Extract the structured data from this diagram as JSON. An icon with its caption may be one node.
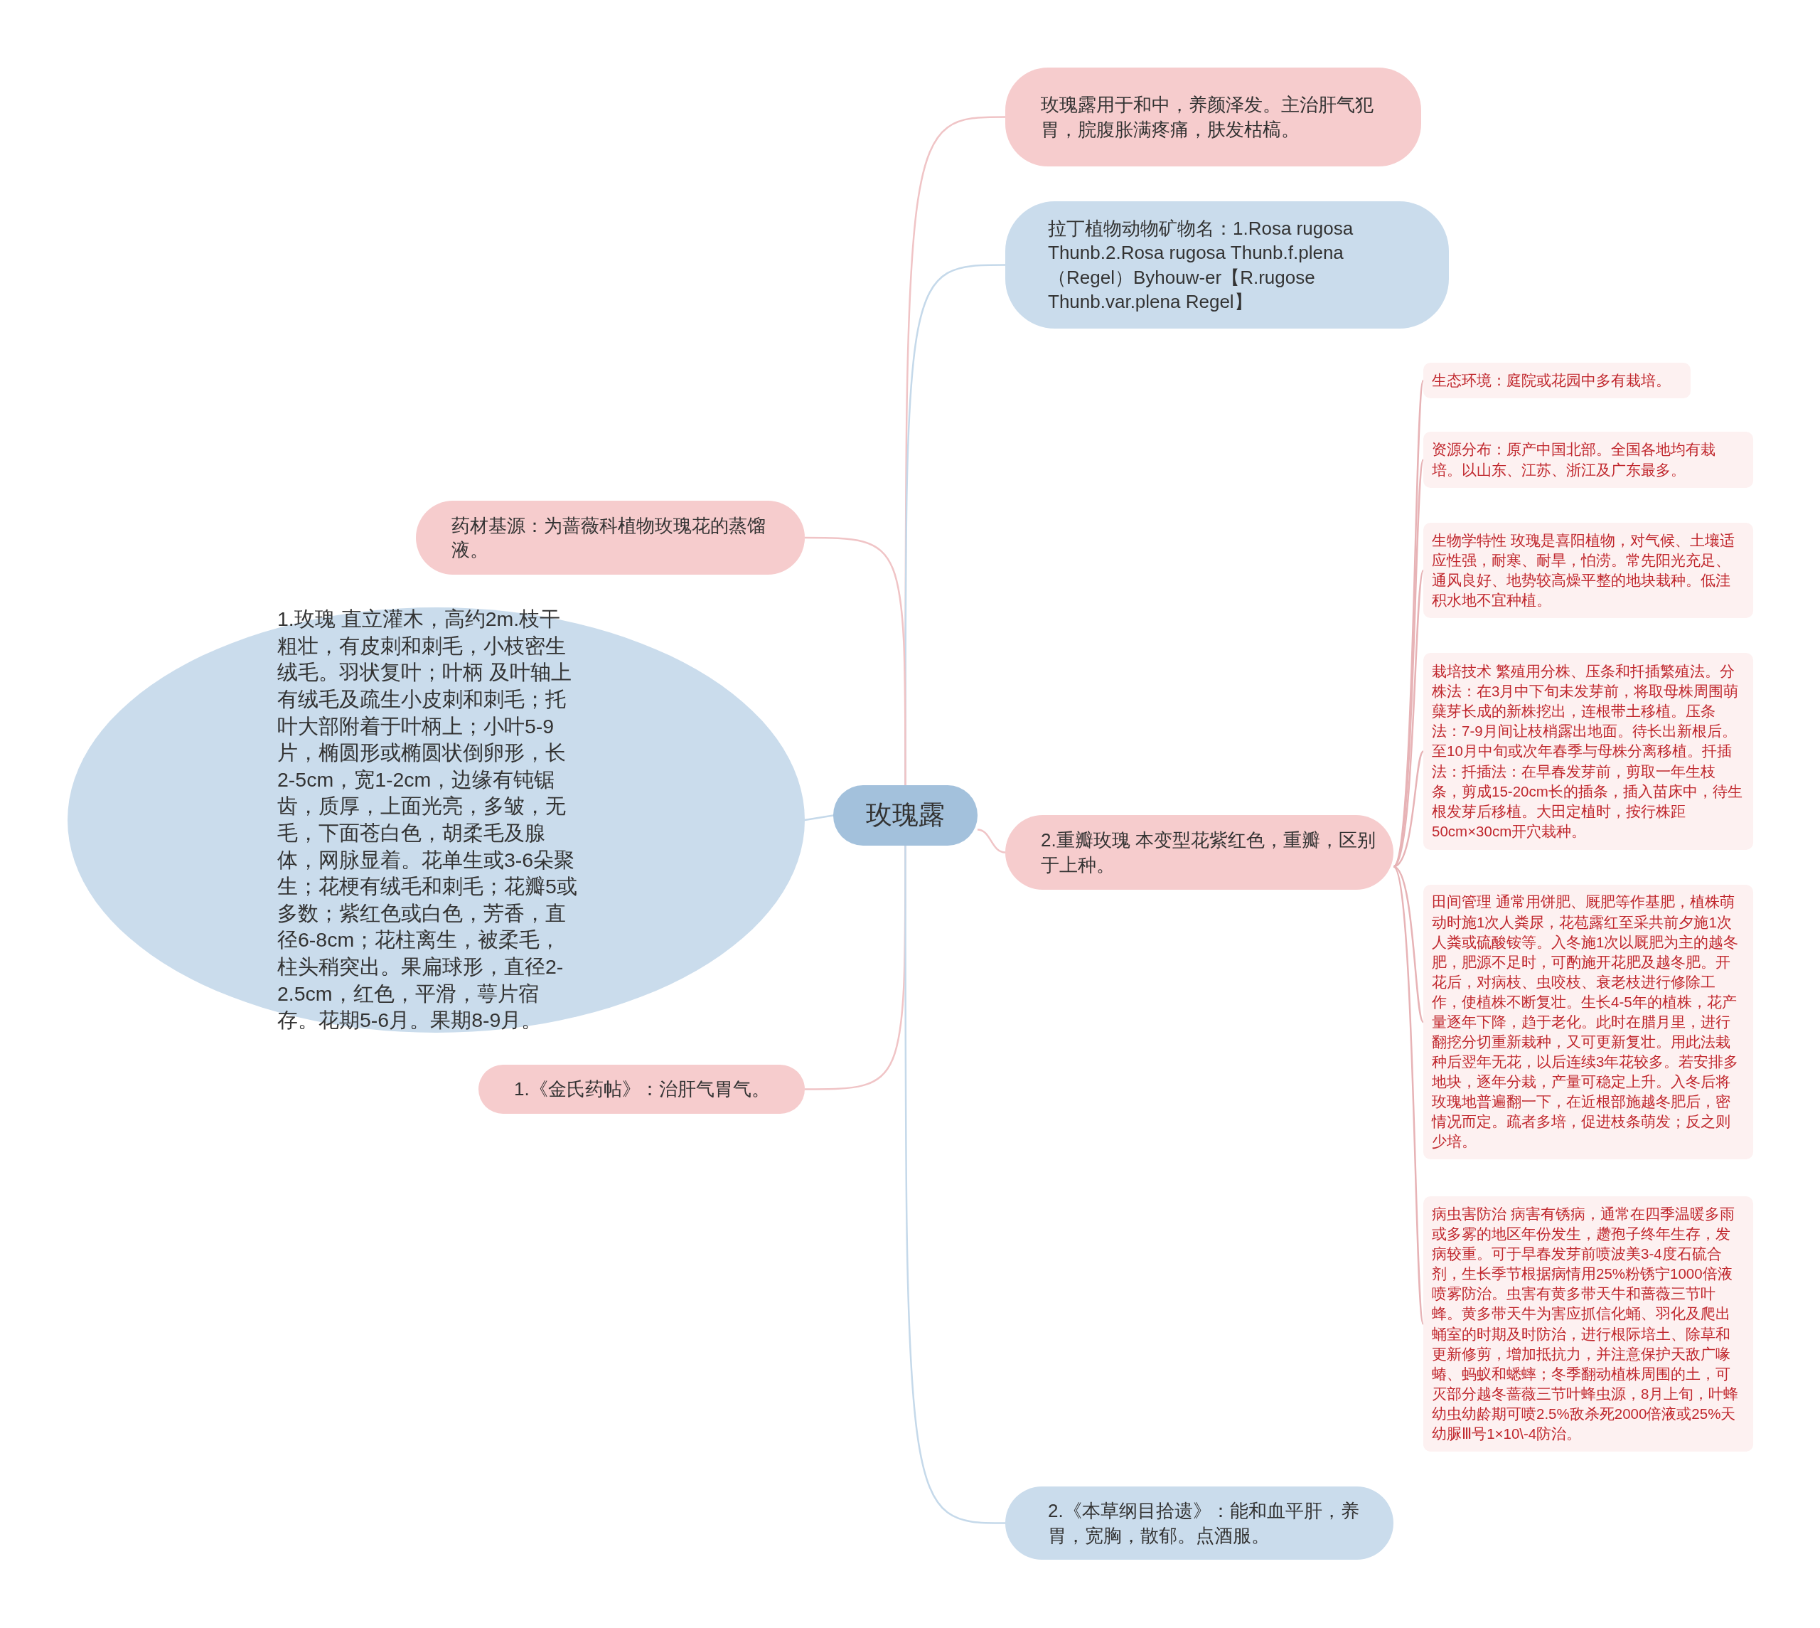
{
  "diagram": {
    "nodes": [
      {
        "text": [
          "玫瑰露"
        ]
      },
      {
        "text": [
          "玫瑰露用于和中，养颜泽发。主治肝气犯胃，脘腹胀满疼痛，肤发枯槁。"
        ]
      },
      {
        "text": [
          "拉丁植物动物矿物名：1.Rosa rugosa Thunb.2.Rosa rugosa Thunb.f.plena（Regel）Byhouw-er【R.rugose Thunb.var.plena Regel】"
        ]
      },
      {
        "text": [
          "药材基源：为蔷薇科植物玫瑰花的蒸馏液。"
        ]
      },
      {
        "text": [
          "1.玫瑰 直立灌木，高约2m.枝干粗壮，有皮刺和刺毛，小枝密生绒毛。羽状复叶；叶柄 及叶轴上有绒毛及疏生小皮刺和刺毛；托叶大部附着于叶柄上；小叶5-9片，椭圆形或椭圆状倒卵形，长2-5cm，宽1-2cm，边缘有钝锯齿，质厚，上面光亮，多皱，无毛，下面苍白色，胡柔毛及腺体，网脉显着。花单生或3-6朵聚生；花梗有绒毛和刺毛；花瓣5或多数；紫红色或白色，芳香，直径6-8cm；花柱离生，被柔毛，柱头稍突出。果扁球形，直径2-2.5cm，红色，平滑，萼片宿存。花期5-6月。果期8-9月。"
        ]
      },
      {
        "text": [
          "1.《金氏药帖》：治肝气胃气。"
        ]
      },
      {
        "text": [
          "2.重瓣玫瑰 本变型花紫红色，重瓣，区别于上种。"
        ]
      },
      {
        "text": [
          "生态环境：庭院或花园中多有栽培。"
        ]
      },
      {
        "text": [
          "资源分布：原产中国北部。全国各地均有栽培。以山东、江苏、浙江及广东最多。"
        ]
      },
      {
        "text": [
          "生物学特性 玫瑰是喜阳植物，对气候、土壤适应性强，耐寒、耐旱，怕涝。常先阳光充足、通风良好、地势较高燥平整的地块栽种。低洼积水地不宜种植。"
        ]
      },
      {
        "text": [
          "栽培技术 繁殖用分株、压条和扦插繁殖法。分株法：在3月中下旬未发芽前，将取母株周围萌蘖芽长成的新株挖出，连根带土移植。压条法：7-9月间让枝梢露出地面。待长出新根后。至10月中旬或次年春季与母株分离移植。扦插法：扦插法：在早春发芽前，剪取一年生枝条，剪成15-20cm长的插条，插入苗床中，待生根发芽后移植。大田定植时，按行株距50cm×30cm开穴栽种。"
        ]
      },
      {
        "text": [
          "田间管理 通常用饼肥、厩肥等作基肥，植株萌动时施1次人粪尿，花苞露红至采共前夕施1次人粪或硫酸铵等。入冬施1次以厩肥为主的越冬肥，肥源不足时，可酌施开花肥及越冬肥。开花后，对病枝、虫咬枝、衰老枝进行修除工作，使植株不断复壮。生长4-5年的植株，花产量逐年下降，趋于老化。此时在腊月里，进行翻挖分切重新栽种，又可更新复壮。用此法栽种后翌年无花，以后连续3年花较多。若安排多地块，逐年分栽，产量可稳定上升。入冬后将玫瑰地普遍翻一下，在近根部施越冬肥后，密情况而定。疏者多培，促进枝条萌发；反之则少培。"
        ]
      },
      {
        "text": [
          "病虫害防治 病害有锈病，通常在四季温暖多雨或多雾的地区年份发生，趱孢子终年生存，发病较重。可于早春发芽前喷波美3-4度石硫合剂，生长季节根据病情用25%粉锈宁1000倍液喷雾防治。虫害有黄多带天牛和蔷薇三节叶蜂。黄多带天牛为害应抓信化蛹、羽化及爬出蛹室的时期及时防治，进行根际培土、除草和更新修剪，增加抵抗力，并注意保护天敌广喙蝽、蚂蚁和蟋蟀；冬季翻动植株周围的土，可灭部分越冬蔷薇三节叶蜂虫源，8月上旬，叶蜂幼虫幼龄期可喷2.5%敌杀死2000倍液或25%天幼脲Ⅲ号1×10\\-4防治。"
        ]
      },
      {
        "text": [
          "2.《本草纲目拾遗》：能和血平肝，养胃，宽胸，散郁。点酒服。"
        ]
      }
    ],
    "edges": [
      {
        "from": 0,
        "to": 1,
        "arrow": "none"
      },
      {
        "from": 0,
        "to": 2,
        "arrow": "none",
        "color": "#c5d9ea"
      },
      {
        "from": 0,
        "to": 3,
        "arrow": "none"
      },
      {
        "from": 0,
        "to": 4,
        "arrow": "none",
        "color": "#c5d9ea"
      },
      {
        "from": 0,
        "to": 5,
        "arrow": "none"
      },
      {
        "from": 0,
        "to": 6,
        "arrow": "none"
      },
      {
        "from": 6,
        "to": 7,
        "arrow": "none"
      },
      {
        "from": 6,
        "to": 8,
        "arrow": "none"
      },
      {
        "from": 6,
        "to": 9,
        "arrow": "none"
      },
      {
        "from": 6,
        "to": 10,
        "arrow": "none"
      },
      {
        "from": 6,
        "to": 11,
        "arrow": "none"
      },
      {
        "from": 6,
        "to": 12,
        "arrow": "none"
      },
      {
        "from": 0,
        "to": 13,
        "arrow": "none",
        "color": "#c5d9ea"
      }
    ]
  }
}
